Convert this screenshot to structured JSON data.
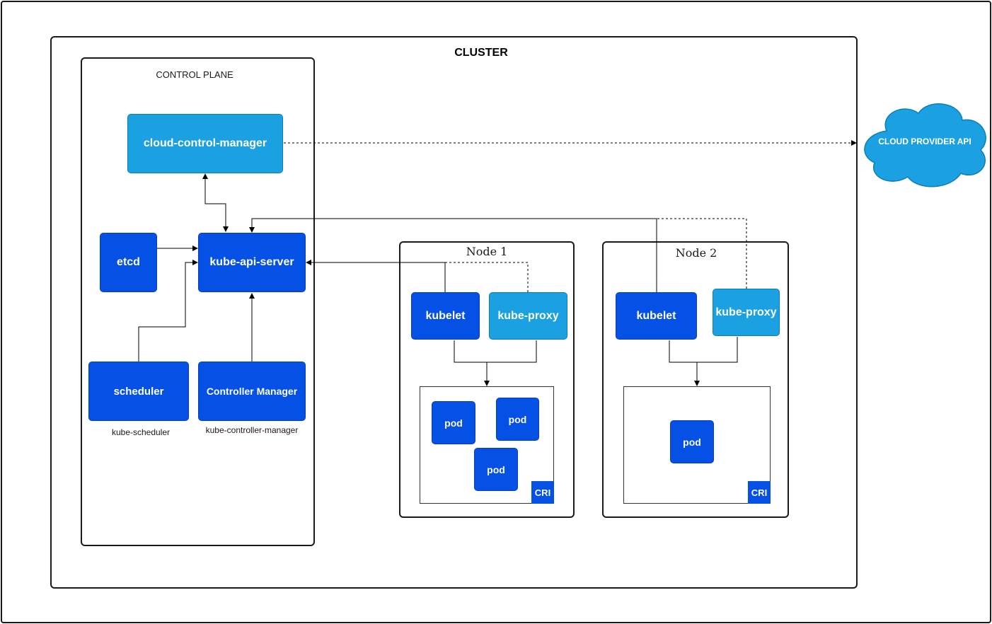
{
  "cluster": {
    "title": "CLUSTER"
  },
  "control_plane": {
    "title": "CONTROL PLANE",
    "cloud_control_manager": "cloud-control-manager",
    "etcd": "etcd",
    "kube_api_server": "kube-api-server",
    "scheduler": "scheduler",
    "scheduler_caption": "kube-scheduler",
    "controller_manager": "Controller Manager",
    "controller_manager_caption": "kube-controller-manager"
  },
  "cloud_provider": {
    "label": "CLOUD PROVIDER API"
  },
  "nodes": [
    {
      "title": "Node 1",
      "kubelet": "kubelet",
      "kube_proxy": "kube-proxy",
      "pods": [
        "pod",
        "pod",
        "pod"
      ],
      "cri": "CRI"
    },
    {
      "title": "Node 2",
      "kubelet": "kubelet",
      "kube_proxy": "kube-proxy",
      "pods": [
        "pod"
      ],
      "cri": "CRI"
    }
  ],
  "colors": {
    "dark_blue": "#0551e6",
    "light_blue": "#1ba1e2",
    "outline": "#1a1a1a"
  }
}
